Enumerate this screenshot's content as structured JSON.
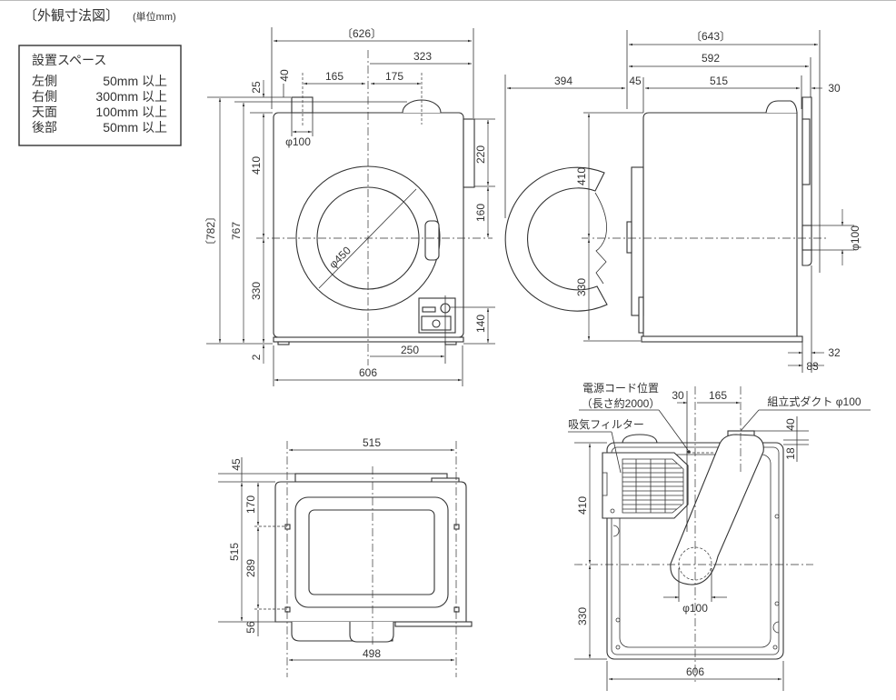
{
  "header": {
    "title": "〔外観寸法図〕",
    "unit": "(単位mm)"
  },
  "install_space": {
    "title": "設置スペース",
    "rows": [
      {
        "side": "左側",
        "value": "50mm 以上"
      },
      {
        "side": "右側",
        "value": "300mm 以上"
      },
      {
        "side": "天面",
        "value": "100mm 以上"
      },
      {
        "side": "後部",
        "value": "50mm 以上"
      }
    ]
  },
  "front_view": {
    "overall_width": "〔626〕",
    "center_to_right": "323",
    "duct_left": "165",
    "duct_right": "175",
    "duct_offset": "40",
    "top_offset": "25",
    "duct_diameter": "φ100",
    "overall_height": "〔782〕",
    "body_height": "767",
    "upper": "410",
    "lower": "330",
    "foot": "2",
    "door_diameter": "φ450",
    "side_upper": "220",
    "side_mid": "160",
    "panel_height": "140",
    "panel_offset": "250",
    "width": "606"
  },
  "side_view": {
    "overall_depth": "〔643〕",
    "depth": "592",
    "door_swing": "394",
    "front_offset": "45",
    "body_depth": "515",
    "back_offset": "30",
    "upper": "410",
    "lower": "330",
    "duct_diameter": "φ100",
    "bottom_offset_a": "32",
    "bottom_offset_b": "83"
  },
  "top_view": {
    "width_top": "515",
    "width_bottom": "498",
    "back_offset": "45",
    "depth": "515",
    "seg_a": "170",
    "seg_b": "289",
    "seg_c": "56"
  },
  "rear_view": {
    "cord_label": "電源コード位置",
    "cord_length": "（長さ約2000）",
    "filter_label": "吸気フィルター",
    "duct_label": "組立式ダクト φ100",
    "offset_a": "30",
    "offset_b": "165",
    "top_a": "40",
    "top_b": "18",
    "upper": "410",
    "lower": "330",
    "width": "606",
    "outlet_diameter": "φ100"
  }
}
